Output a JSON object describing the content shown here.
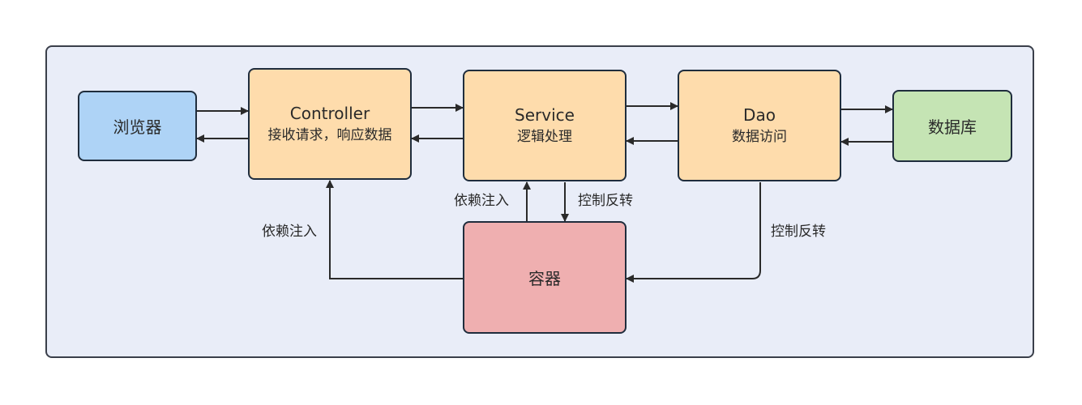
{
  "nodes": {
    "browser": {
      "label": "浏览器"
    },
    "controller": {
      "title": "Controller",
      "subtitle": "接收请求，响应数据"
    },
    "service": {
      "title": "Service",
      "subtitle": "逻辑处理"
    },
    "dao": {
      "title": "Dao",
      "subtitle": "数据访问"
    },
    "database": {
      "label": "数据库"
    },
    "container": {
      "label": "容器"
    }
  },
  "edge_labels": {
    "controller_di": "依赖注入",
    "service_di": "依赖注入",
    "service_ioc": "控制反转",
    "dao_ioc": "控制反转"
  },
  "colors": {
    "frame_bg": "#e9edf8",
    "browser": "#aed3f6",
    "layer": "#fedcac",
    "database": "#c5e4b4",
    "container": "#efafb0",
    "border": "#1f2d3d"
  }
}
